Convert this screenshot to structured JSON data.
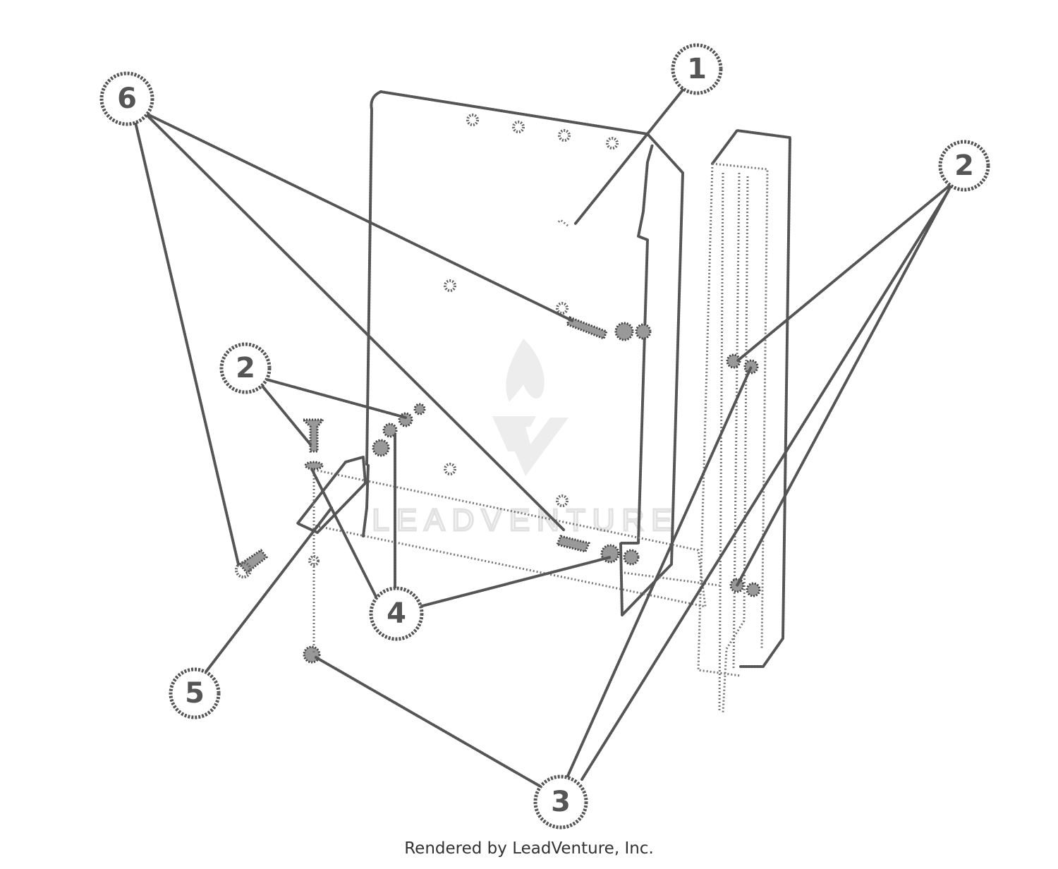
{
  "diagram": {
    "callouts": [
      {
        "id": "callout-1",
        "label": "1"
      },
      {
        "id": "callout-2-right",
        "label": "2"
      },
      {
        "id": "callout-2-left",
        "label": "2"
      },
      {
        "id": "callout-3",
        "label": "3"
      },
      {
        "id": "callout-4",
        "label": "4"
      },
      {
        "id": "callout-5",
        "label": "5"
      },
      {
        "id": "callout-6",
        "label": "6"
      }
    ]
  },
  "watermark": {
    "text": "LEADVENTURE"
  },
  "footer": {
    "text": "Rendered by LeadVenture, Inc."
  }
}
